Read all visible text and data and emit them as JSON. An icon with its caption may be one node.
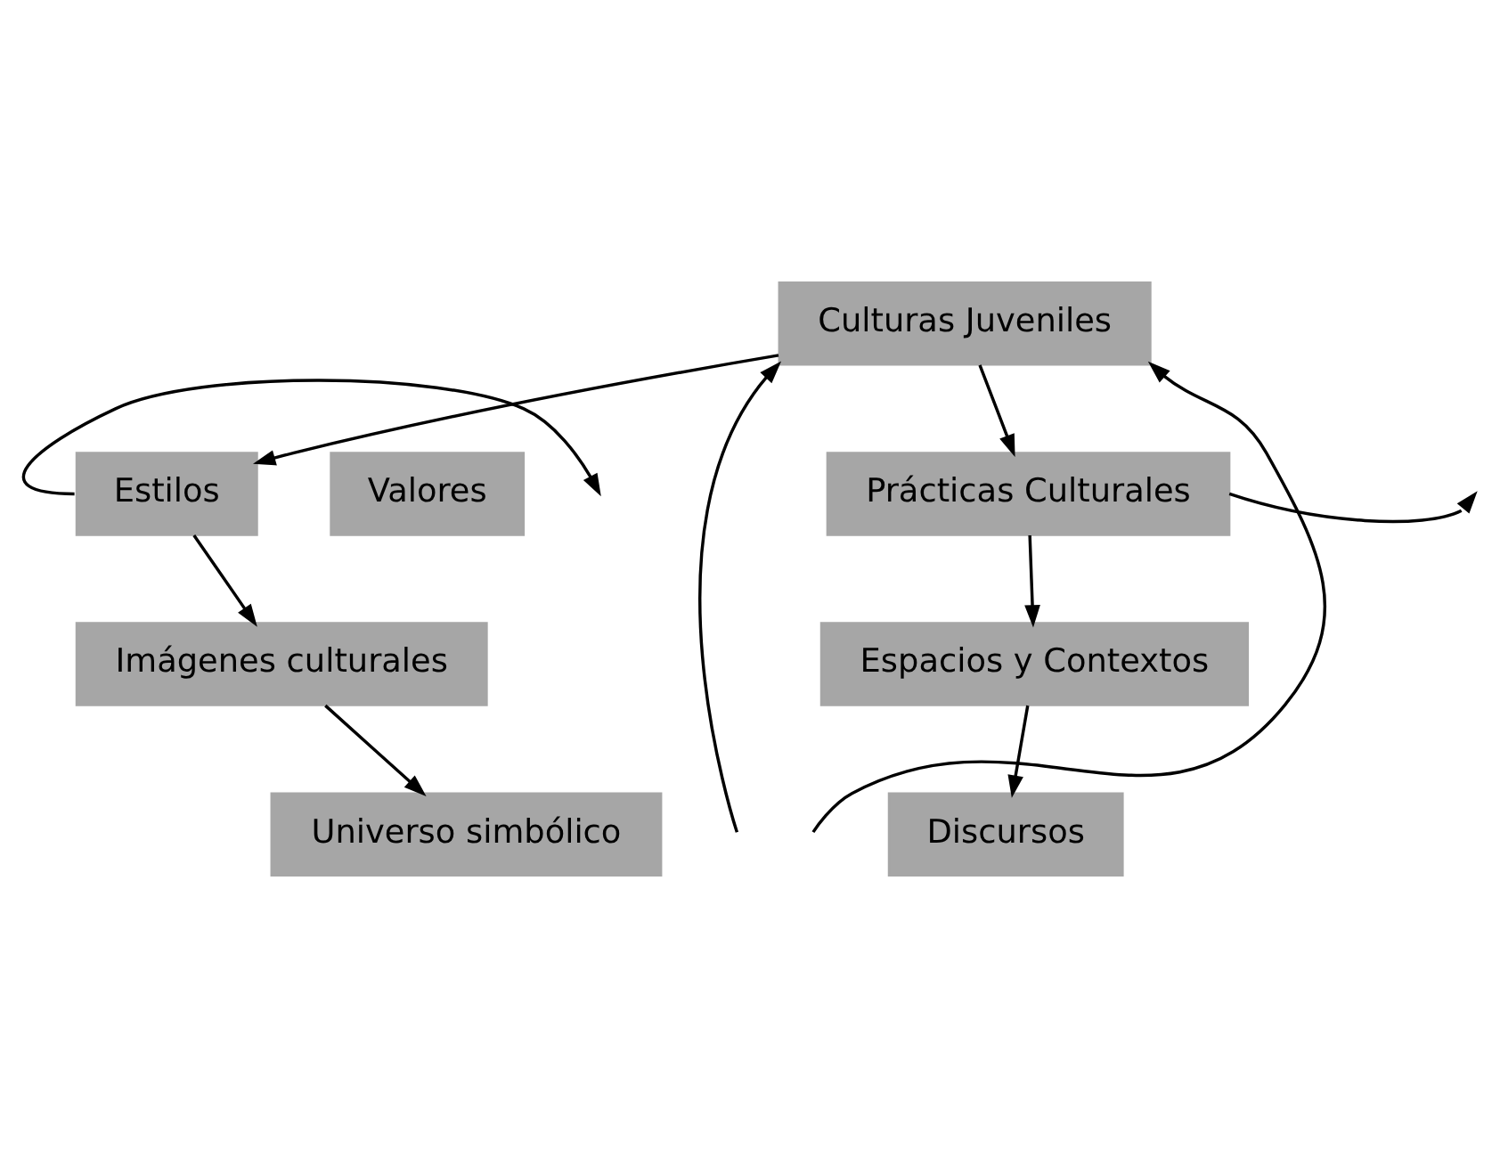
{
  "diagram": {
    "nodes": [
      {
        "text": [
          "Culturas Juveniles"
        ]
      },
      {
        "text": [
          "Estilos"
        ]
      },
      {
        "text": [
          "Valores"
        ]
      },
      {
        "text": [
          "Prácticas Culturales"
        ]
      },
      {
        "text": [
          "Imágenes culturales"
        ]
      },
      {
        "text": [
          "Espacios y Contextos"
        ]
      },
      {
        "text": [
          "Universo simbólico"
        ]
      },
      {
        "text": [
          "Discursos"
        ]
      }
    ],
    "edges": [
      {
        "from": 0,
        "to": 1,
        "arrow": "to"
      },
      {
        "from": 0,
        "to": 3,
        "arrow": "to"
      },
      {
        "from": 1,
        "to": null,
        "arrow": "to"
      },
      {
        "from": 3,
        "to": null,
        "arrow": "to"
      },
      {
        "from": 1,
        "to": 4,
        "arrow": "to"
      },
      {
        "from": 4,
        "to": 6,
        "arrow": "to"
      },
      {
        "from": 3,
        "to": 5,
        "arrow": "to"
      },
      {
        "from": 5,
        "to": 7,
        "arrow": "to"
      },
      {
        "from": null,
        "to": 0,
        "arrow": "to"
      },
      {
        "from": null,
        "to": 0,
        "arrow": "to"
      }
    ]
  }
}
